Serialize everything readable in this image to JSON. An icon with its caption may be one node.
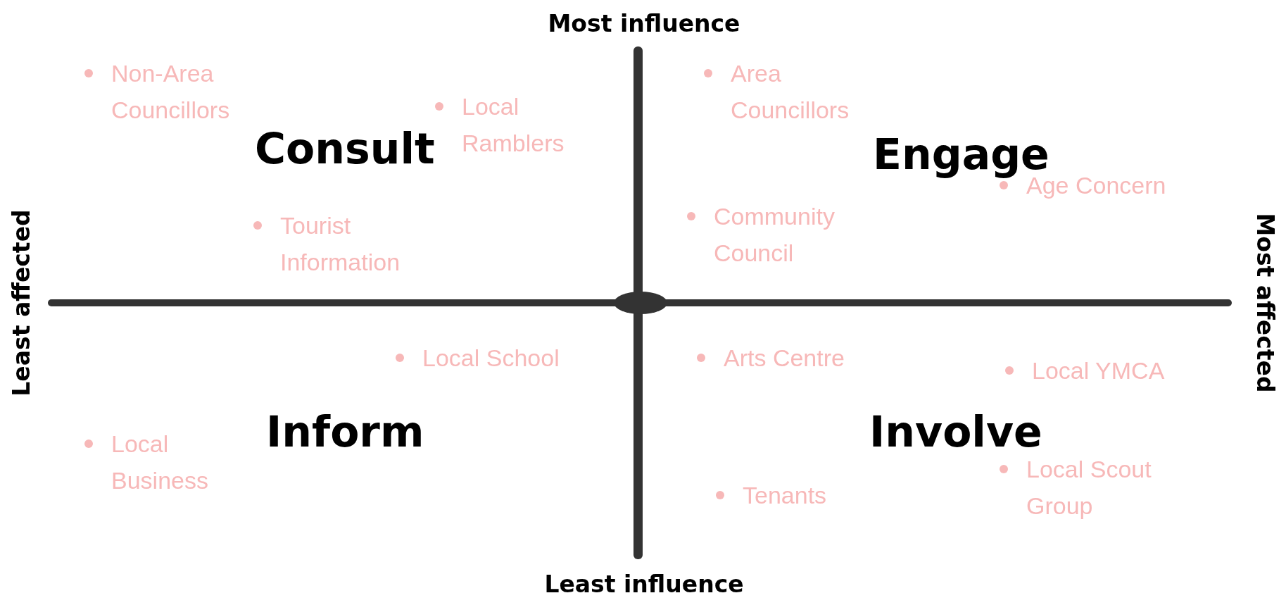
{
  "diagram": {
    "labels": [
      "Most influence",
      "Non-Area Councillors",
      "Local Ramblers",
      "Area Councillors",
      "Consult",
      "Engage",
      "Age Concern",
      "Tourist Information",
      "Community Council",
      "Least affected",
      "Most affected",
      "Local School",
      "Arts Centre",
      "Local YMCA",
      "Inform",
      "Involve",
      "Local Business",
      "Local Scout Group",
      "Tenants",
      "Least influence"
    ]
  }
}
